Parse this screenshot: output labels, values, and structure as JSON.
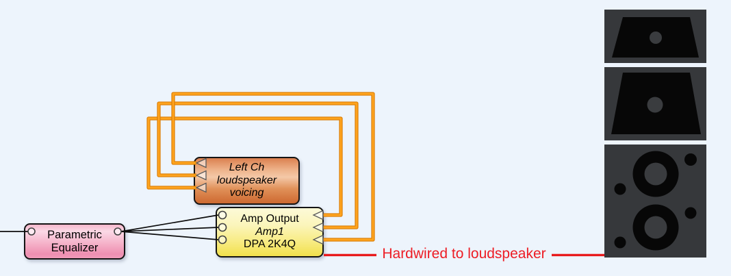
{
  "canvas": {
    "background_color": "#EDF4FC"
  },
  "blocks": {
    "parametric_eq": {
      "label_lines": [
        "Parametric",
        "Equalizer"
      ],
      "fill_color": "#F2A6C2",
      "input_ports": 1,
      "output_ports": 1
    },
    "voicing": {
      "label_lines": [
        "Left Ch",
        "loudspeaker",
        "voicing"
      ],
      "fill_color": "#E08A57",
      "input_ports": 3,
      "output_ports": 0
    },
    "amp": {
      "label_lines": [
        "Amp Output",
        "Amp1",
        "DPA 2K4Q"
      ],
      "fill_color": "#F7EC86",
      "input_ports": 3,
      "output_ports": 3
    }
  },
  "annotation": {
    "text": "Hardwired to loudspeaker",
    "color": "#ED1C24"
  },
  "wires": {
    "signal_wire_color": "#0C0C0C",
    "signal_wire_count": 4,
    "voicing_wire_color": "#FFA41E",
    "voicing_wire_count": 3,
    "hardwired_wire_color": "#E81A1D"
  },
  "icons": {
    "input_port": "circle",
    "output_port": "circle",
    "voicing_port": "triangle-left"
  },
  "loudspeaker_image": {
    "cabinet_count": 3,
    "body_color": "#36383B",
    "driver_color": "#070707"
  }
}
